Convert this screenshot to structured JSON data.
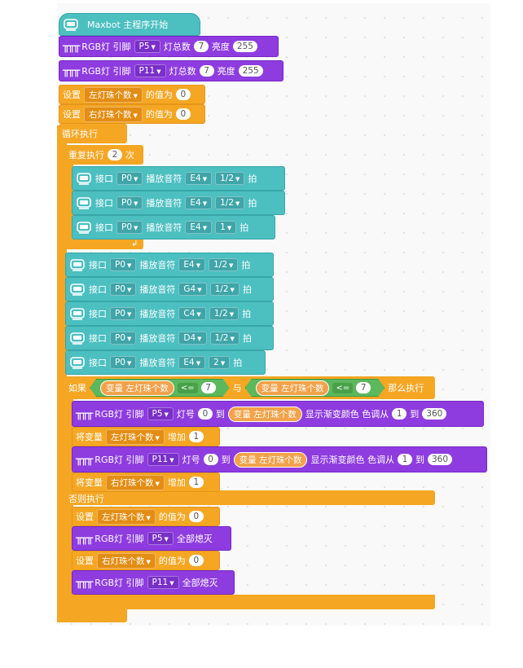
{
  "event": {
    "label": "Maxbot 主程序开始"
  },
  "rgb_init": [
    {
      "label": "RGB灯 引脚",
      "pin": "P5",
      "count_label": "灯总数",
      "count": "7",
      "bright_label": "亮度",
      "bright": "255"
    },
    {
      "label": "RGB灯 引脚",
      "pin": "P11",
      "count_label": "灯总数",
      "count": "7",
      "bright_label": "亮度",
      "bright": "255"
    }
  ],
  "set_vars": [
    {
      "label": "设置",
      "var": "左灯珠个数",
      "suffix": "的值为",
      "value": "0"
    },
    {
      "label": "设置",
      "var": "右灯珠个数",
      "suffix": "的值为",
      "value": "0"
    }
  ],
  "loop": {
    "label": "循环执行"
  },
  "repeat": {
    "label": "重复执行",
    "times": "2",
    "suffix": "次"
  },
  "tone_common": {
    "port_label": "接口",
    "port": "P0",
    "play_label": "播放音符",
    "beat_label": "拍"
  },
  "repeat_tones": [
    {
      "note": "E4",
      "beat": "1/2"
    },
    {
      "note": "E4",
      "beat": "1/2"
    },
    {
      "note": "E4",
      "beat": "1"
    }
  ],
  "tones": [
    {
      "note": "E4",
      "beat": "1/2"
    },
    {
      "note": "G4",
      "beat": "1/2"
    },
    {
      "note": "C4",
      "beat": "1/2"
    },
    {
      "note": "D4",
      "beat": "1/2"
    },
    {
      "note": "E4",
      "beat": "2"
    }
  ],
  "if_block": {
    "if_label": "如果",
    "cond1": {
      "var": "变量 左灯珠个数",
      "op": "<=",
      "value": "7"
    },
    "and_label": "与",
    "cond2": {
      "var": "变量 左灯珠个数",
      "op": "<=",
      "value": "7"
    },
    "then_label": "那么执行",
    "else_label": "否则执行"
  },
  "gradient": [
    {
      "label": "RGB灯 引脚",
      "pin": "P5",
      "lamp_label": "灯号",
      "from": "0",
      "to_label": "到",
      "var": "变量 左灯珠个数",
      "show_label": "显示渐变颜色 色调从",
      "h1": "1",
      "to2": "到",
      "h2": "360"
    },
    {
      "label": "RGB灯 引脚",
      "pin": "P11",
      "lamp_label": "灯号",
      "from": "0",
      "to_label": "到",
      "var": "变量 左灯珠个数",
      "show_label": "显示渐变颜色 色调从",
      "h1": "1",
      "to2": "到",
      "h2": "360"
    }
  ],
  "increments": [
    {
      "label": "将变量",
      "var": "左灯珠个数",
      "suffix": "增加",
      "value": "1"
    },
    {
      "label": "将变量",
      "var": "右灯珠个数",
      "suffix": "增加",
      "value": "1"
    }
  ],
  "else_sets": [
    {
      "label": "设置",
      "var": "左灯珠个数",
      "suffix": "的值为",
      "value": "0"
    },
    {
      "label": "设置",
      "var": "右灯珠个数",
      "suffix": "的值为",
      "value": "0"
    }
  ],
  "off_blocks": [
    {
      "label": "RGB灯 引脚",
      "pin": "P5",
      "action": "全部熄灭"
    },
    {
      "label": "RGB灯 引脚",
      "pin": "P11",
      "action": "全部熄灭"
    }
  ],
  "colors": {
    "teal": "#4cbfc1",
    "purple": "#8e3ce0",
    "orange": "#f5a623",
    "green": "#5cb85c"
  }
}
